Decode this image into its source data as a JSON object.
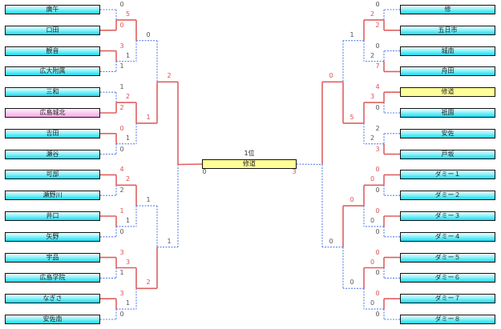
{
  "left_teams": [
    {
      "name": "廣午",
      "score": "0",
      "result": "lose",
      "style": "cyan"
    },
    {
      "name": "口田",
      "score": "0",
      "result": "win",
      "style": "cyan"
    },
    {
      "name": "観音",
      "score": "3",
      "result": "win",
      "style": "cyan"
    },
    {
      "name": "広大附属",
      "score": "1",
      "result": "lose",
      "style": "cyan"
    },
    {
      "name": "三和",
      "score": "1",
      "result": "lose",
      "style": "cyan"
    },
    {
      "name": "広島城北",
      "score": "2",
      "result": "win",
      "style": "pink"
    },
    {
      "name": "吉田",
      "score": "0",
      "result": "win",
      "style": "cyan"
    },
    {
      "name": "瀬谷",
      "score": "0",
      "result": "lose",
      "style": "cyan"
    },
    {
      "name": "可部",
      "score": "4",
      "result": "win",
      "style": "cyan"
    },
    {
      "name": "瀬野川",
      "score": "2",
      "result": "lose",
      "style": "cyan"
    },
    {
      "name": "井口",
      "score": "1",
      "result": "win",
      "style": "cyan"
    },
    {
      "name": "矢野",
      "score": "0",
      "result": "lose",
      "style": "cyan"
    },
    {
      "name": "宇品",
      "score": "3",
      "result": "win",
      "style": "cyan"
    },
    {
      "name": "広島学院",
      "score": "1",
      "result": "lose",
      "style": "cyan"
    },
    {
      "name": "なぎさ",
      "score": "3",
      "result": "win",
      "style": "cyan"
    },
    {
      "name": "安佐南",
      "score": "0",
      "result": "lose",
      "style": "cyan"
    }
  ],
  "right_teams": [
    {
      "name": "修",
      "score": "0",
      "result": "lose",
      "style": "cyan"
    },
    {
      "name": "五日市",
      "score": "2",
      "result": "win",
      "style": "cyan"
    },
    {
      "name": "城南",
      "score": "0",
      "result": "lose",
      "style": "cyan"
    },
    {
      "name": "舟田",
      "score": "7",
      "result": "win",
      "style": "cyan"
    },
    {
      "name": "修道",
      "score": "4",
      "result": "win",
      "style": "yellow"
    },
    {
      "name": "祇園",
      "score": "0",
      "result": "lose",
      "style": "cyan"
    },
    {
      "name": "安佐",
      "score": "2",
      "result": "lose",
      "style": "cyan"
    },
    {
      "name": "戸坂",
      "score": "3",
      "result": "win",
      "style": "cyan"
    },
    {
      "name": "ダミー１",
      "score": "0",
      "result": "win",
      "style": "cyan"
    },
    {
      "name": "ダミー２",
      "score": "0",
      "result": "lose",
      "style": "cyan"
    },
    {
      "name": "ダミー３",
      "score": "0",
      "result": "win",
      "style": "cyan"
    },
    {
      "name": "ダミー４",
      "score": "0",
      "result": "lose",
      "style": "cyan"
    },
    {
      "name": "ダミー５",
      "score": "0",
      "result": "win",
      "style": "cyan"
    },
    {
      "name": "ダミー６",
      "score": "0",
      "result": "lose",
      "style": "cyan"
    },
    {
      "name": "ダミー７",
      "score": "0",
      "result": "win",
      "style": "cyan"
    },
    {
      "name": "ダミー８",
      "score": "0",
      "result": "lose",
      "style": "cyan"
    }
  ],
  "left_rounds": [
    [
      {
        "top": {
          "score": "5",
          "result": "win"
        },
        "bottom": {
          "score": "1",
          "result": "lose"
        }
      },
      {
        "top": {
          "score": "2",
          "result": "win"
        },
        "bottom": {
          "score": "1",
          "result": "lose"
        }
      },
      {
        "top": {
          "score": "2",
          "result": "win"
        },
        "bottom": {
          "score": "1",
          "result": "lose"
        }
      },
      {
        "top": {
          "score": "3",
          "result": "win"
        },
        "bottom": {
          "score": "1",
          "result": "lose"
        }
      }
    ],
    [
      {
        "top": {
          "score": "0",
          "result": "lose"
        },
        "bottom": {
          "score": "1",
          "result": "win"
        }
      },
      {
        "top": {
          "score": "1",
          "result": "lose"
        },
        "bottom": {
          "score": "2",
          "result": "win"
        }
      }
    ],
    [
      {
        "top": {
          "score": "2",
          "result": "win"
        },
        "bottom": {
          "score": "1",
          "result": "lose"
        }
      }
    ]
  ],
  "right_rounds": [
    [
      {
        "top": {
          "score": "2",
          "result": "win"
        },
        "bottom": {
          "score": "2",
          "result": "lose"
        }
      },
      {
        "top": {
          "score": "3",
          "result": "win"
        },
        "bottom": {
          "score": "2",
          "result": "lose"
        }
      },
      {
        "top": {
          "score": "0",
          "result": "win"
        },
        "bottom": {
          "score": "0",
          "result": "lose"
        }
      },
      {
        "top": {
          "score": "0",
          "result": "win"
        },
        "bottom": {
          "score": "0",
          "result": "lose"
        }
      }
    ],
    [
      {
        "top": {
          "score": "1",
          "result": "lose"
        },
        "bottom": {
          "score": "5",
          "result": "win"
        }
      },
      {
        "top": {
          "score": "0",
          "result": "win"
        },
        "bottom": {
          "score": "0",
          "result": "lose"
        }
      }
    ],
    [
      {
        "top": {
          "score": "0",
          "result": "win"
        },
        "bottom": {
          "score": "0",
          "result": "lose"
        }
      }
    ]
  ],
  "final": {
    "title": "1位",
    "winner": "修道",
    "left_score": "0",
    "right_score": "3"
  },
  "colors": {
    "win_line": "#e06060",
    "lose_line": "#5a7fe6",
    "cyan_top": "#f2ffff",
    "cyan_bottom": "#19dbf0",
    "pink": "#f5a9e6",
    "yellow": "#ffff99"
  }
}
